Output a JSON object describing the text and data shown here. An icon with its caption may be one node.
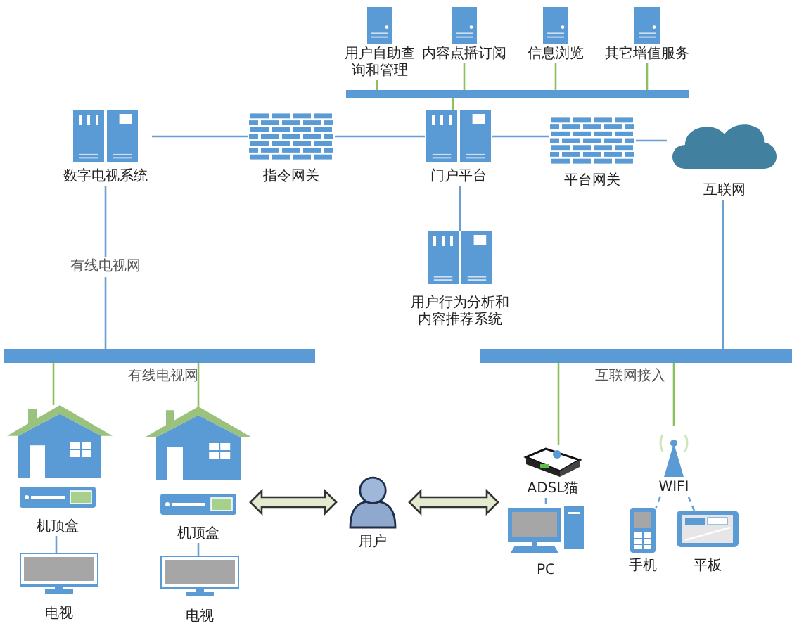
{
  "diagram": {
    "nodes": [
      {
        "text": [],
        "shape": "bar"
      },
      {
        "text": [
          "用户自助查询和管理"
        ]
      },
      {
        "text": [
          "内容点播订阅"
        ]
      },
      {
        "text": [
          "信息浏览"
        ]
      },
      {
        "text": [
          "其它增值服务"
        ]
      },
      {
        "text": [
          "数字电视系统"
        ]
      },
      {
        "text": [
          "指令网关"
        ]
      },
      {
        "text": [
          "门户平台"
        ]
      },
      {
        "text": [
          "平台网关"
        ]
      },
      {
        "text": [
          "互联网"
        ]
      },
      {
        "text": [
          "用户行为分析和内容推荐系统"
        ]
      },
      {
        "text": [],
        "shape": "bar",
        "beside": [
          "有线电视网"
        ]
      },
      {
        "text": [],
        "shape": "bar",
        "beside": [
          "互联网接入"
        ]
      },
      {
        "text": [],
        "shape": "house"
      },
      {
        "text": [],
        "shape": "house"
      },
      {
        "text": [
          "机顶盒"
        ]
      },
      {
        "text": [
          "机顶盒"
        ]
      },
      {
        "text": [
          "电视"
        ]
      },
      {
        "text": [
          "电视"
        ]
      },
      {
        "text": [
          "用户"
        ]
      },
      {
        "text": [
          "ADSL猫"
        ]
      },
      {
        "text": [
          "PC"
        ]
      },
      {
        "text": [
          "WIFI"
        ]
      },
      {
        "text": [
          "手机"
        ]
      },
      {
        "text": [
          "平板"
        ]
      }
    ],
    "edges": [
      {
        "from": 1,
        "to": 0,
        "arrow": "none",
        "color": "#8cc05a"
      },
      {
        "from": 2,
        "to": 0,
        "arrow": "none",
        "color": "#8cc05a"
      },
      {
        "from": 3,
        "to": 0,
        "arrow": "none",
        "color": "#8cc05a"
      },
      {
        "from": 4,
        "to": 0,
        "arrow": "none",
        "color": "#8cc05a"
      },
      {
        "from": 7,
        "to": 0,
        "arrow": "none",
        "color": "#8cc05a"
      },
      {
        "from": 5,
        "to": 6,
        "arrow": "none"
      },
      {
        "from": 6,
        "to": 7,
        "arrow": "none"
      },
      {
        "from": 7,
        "to": 8,
        "arrow": "none"
      },
      {
        "from": 8,
        "to": 9,
        "arrow": "none"
      },
      {
        "from": 7,
        "to": 10,
        "arrow": "none"
      },
      {
        "from": 5,
        "to": 11,
        "arrow": "none",
        "label": "有线电视网"
      },
      {
        "from": 9,
        "to": 12,
        "arrow": "none"
      },
      {
        "from": 11,
        "to": 13,
        "arrow": "none",
        "color": "#8cc05a"
      },
      {
        "from": 11,
        "to": 14,
        "arrow": "none",
        "color": "#8cc05a"
      },
      {
        "from": 15,
        "to": 17,
        "arrow": "none"
      },
      {
        "from": 16,
        "to": 18,
        "arrow": "none"
      },
      {
        "from": 12,
        "to": 20,
        "arrow": "none",
        "color": "#8cc05a"
      },
      {
        "from": 12,
        "to": 22,
        "arrow": "none",
        "color": "#8cc05a"
      },
      {
        "from": 20,
        "to": 21,
        "arrow": "none",
        "style": "dashed"
      },
      {
        "from": 22,
        "to": 23,
        "arrow": "none",
        "style": "dashed"
      },
      {
        "from": 22,
        "to": 24,
        "arrow": "none",
        "style": "dashed"
      },
      {
        "from": 16,
        "to": 19,
        "arrow": "both",
        "style": "thick",
        "color": "#e2ebd0"
      },
      {
        "from": 19,
        "to": 21,
        "arrow": "both",
        "style": "thick",
        "color": "#e2ebd0"
      }
    ]
  }
}
